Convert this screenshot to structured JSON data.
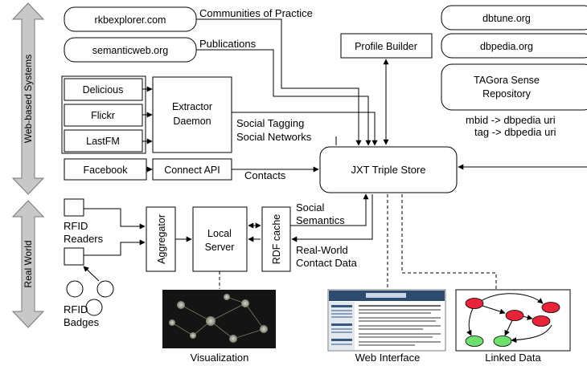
{
  "side": {
    "web_systems": "Web-based Systems",
    "real_world": "Real World"
  },
  "sources": {
    "rkb": "rkbexplorer.com",
    "semweb": "semanticweb.org",
    "delicious": "Delicious",
    "flickr": "Flickr",
    "lastfm": "LastFM",
    "facebook": "Facebook",
    "extractor_line1": "Extractor",
    "extractor_line2": "Daemon",
    "connect_api": "Connect API"
  },
  "edges": {
    "communities": "Communities of Practice",
    "publications": "Publications",
    "social_tagging": "Social Tagging",
    "social_networks": "Social Networks",
    "contacts": "Contacts",
    "social_sem1": "Social",
    "social_sem2": "Semantics",
    "real_world_contact1": "Real-World",
    "real_world_contact2": "Contact Data"
  },
  "core": {
    "profile_builder": "Profile Builder",
    "triple_store": "JXT Triple Store"
  },
  "linked": {
    "dbtune": "dbtune.org",
    "dbpedia": "dbpedia.org",
    "tagora1": "TAGora Sense",
    "tagora2": "Repository",
    "mbid_map": "mbid -> dbpedia uri",
    "tag_map": "tag -> dbpedia uri"
  },
  "rfid": {
    "readers1": "RFID",
    "readers2": "Readers",
    "badges1": "RFID",
    "badges2": "Badges",
    "aggregator": "Aggregator",
    "local_server1": "Local",
    "local_server2": "Server",
    "rdf_cache": "RDF cache"
  },
  "captions": {
    "visualization": "Visualization",
    "web_interface": "Web Interface",
    "linked_data": "Linked Data"
  },
  "colors": {
    "arrow_gray": "#c8c8c8",
    "node_red": "#e8243a",
    "node_green": "#6ee06e",
    "viz_bg": "#141414"
  }
}
